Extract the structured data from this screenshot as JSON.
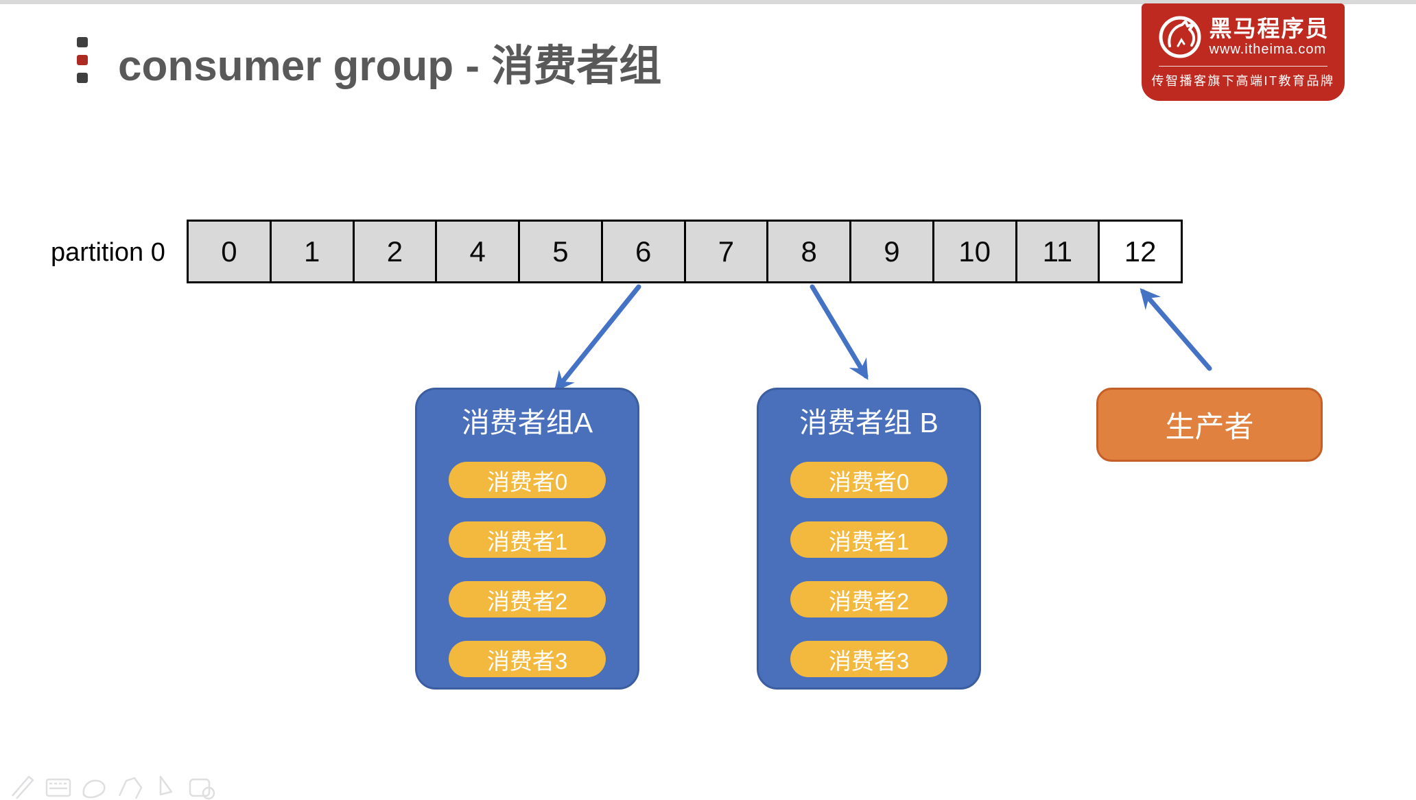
{
  "header": {
    "title": "consumer group - 消费者组",
    "logo": {
      "brand": "黑马程序员",
      "url": "www.itheima.com",
      "tagline": "传智播客旗下高端IT教育品牌"
    }
  },
  "partition": {
    "label": "partition 0",
    "values": [
      "0",
      "1",
      "2",
      "4",
      "5",
      "6",
      "7",
      "8",
      "9",
      "10",
      "11",
      "12"
    ],
    "white_cell_value": "12"
  },
  "groups": [
    {
      "title": "消费者组A",
      "consumers": [
        "消费者0",
        "消费者1",
        "消费者2",
        "消费者3"
      ]
    },
    {
      "title": "消费者组 B",
      "consumers": [
        "消费者0",
        "消费者1",
        "消费者2",
        "消费者3"
      ]
    }
  ],
  "producer": {
    "label": "生产者"
  },
  "annotation_toolbar": {
    "icons": [
      "pen-icon",
      "keyboard-icon",
      "lasso-icon",
      "polygon-icon",
      "pointer-icon",
      "shapes-icon"
    ]
  },
  "colors": {
    "brand_red": "#BE2A20",
    "title_gray": "#595959",
    "bullet_dark": "#3F3F3F",
    "bullet_red": "#AE2B23",
    "top_line": "#D9D9D9",
    "cell_gray": "#D9D9D9",
    "cell_border": "#000000",
    "arrow_blue": "#4472C4",
    "group_fill": "#4A70BC",
    "group_border": "#3C5DA0",
    "pill_yellow": "#F2B93E",
    "producer_fill": "#E0813F",
    "producer_border": "#C55F27"
  }
}
